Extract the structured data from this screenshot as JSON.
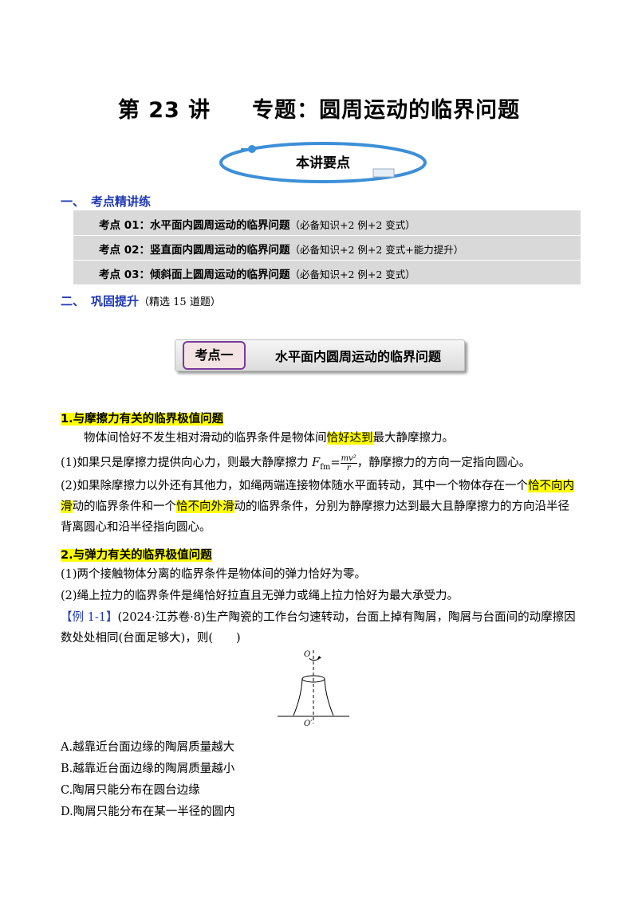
{
  "doc": {
    "title": "第 23 讲     专题：圆周运动的临界问题",
    "banner": "本讲要点",
    "sections": [
      {
        "num": "一、",
        "title": "考点精讲练"
      },
      {
        "num": "二、",
        "title": "巩固提升",
        "note": "（精选 15 道题）"
      }
    ],
    "key_points": [
      {
        "title": "考点 01：水平面内圆周运动的临界问题",
        "note": "（必备知识+2 例+2 变式）"
      },
      {
        "title": "考点 02：竖直面内圆周运动的临界问题",
        "note": "（必备知识+2 例+2 变式+能力提升）"
      },
      {
        "title": "考点 03：倾斜面上圆周运动的临界问题",
        "note": "（必备知识+2 例+2 变式）"
      }
    ],
    "kp_box": {
      "tag": "考点一",
      "title": "水平面内圆周运动的临界问题"
    },
    "h1": "1.与摩擦力有关的临界极值问题",
    "p1_a": "物体间恰好不发生相对滑动的临界条件是物体间",
    "p1_hl": "恰好达到",
    "p1_b": "最大静摩擦力。",
    "p2_a": "(1)如果只是摩擦力提供向心力，则最大静摩擦力 ",
    "p2_b": "，静摩擦力的方向一定指向圆心。",
    "formula": {
      "lhs": "F",
      "sub": "fm",
      "eq": "=",
      "num": "mv²",
      "den": "r"
    },
    "p3_a": "(2)如果除摩擦力以外还有其他力，如绳两端连接物体随水平面转动，其中一个物体存在一个",
    "p3_hl1": "恰不向内滑",
    "p3_b": "动的临界条件和一个",
    "p3_hl2": "恰不向外滑",
    "p3_c": "动的临界条件，分别为静摩擦力达到最大且静摩擦力的方向沿半径背离圆心和沿半径指向圆心。",
    "h2": "2.与弹力有关的临界极值问题",
    "p4": "(1)两个接触物体分离的临界条件是物体间的弹力恰好为零。",
    "p5": "(2)绳上拉力的临界条件是绳恰好拉直且无弹力或绳上拉力恰好为最大承受力。",
    "ex_tag": "【例 1-1】",
    "ex_text": "(2024·江苏卷·8)生产陶瓷的工作台匀速转动，台面上掉有陶屑，陶屑与台面间的动摩擦因数处处相同(台面足够大)，则(　　)",
    "fig_labels": {
      "top": "O",
      "bottom": "O′"
    },
    "options": [
      "A.越靠近台面边缘的陶屑质量越大",
      "B.越靠近台面边缘的陶屑质量越小",
      "C.陶屑只能分布在圆台边缘",
      "D.陶屑只能分布在某一半径的圆内"
    ],
    "colors": {
      "section": "#1f39b5",
      "highlight": "#ffff00",
      "table": "#d9d9d9",
      "banner_ring": "#3d8fd8"
    }
  }
}
